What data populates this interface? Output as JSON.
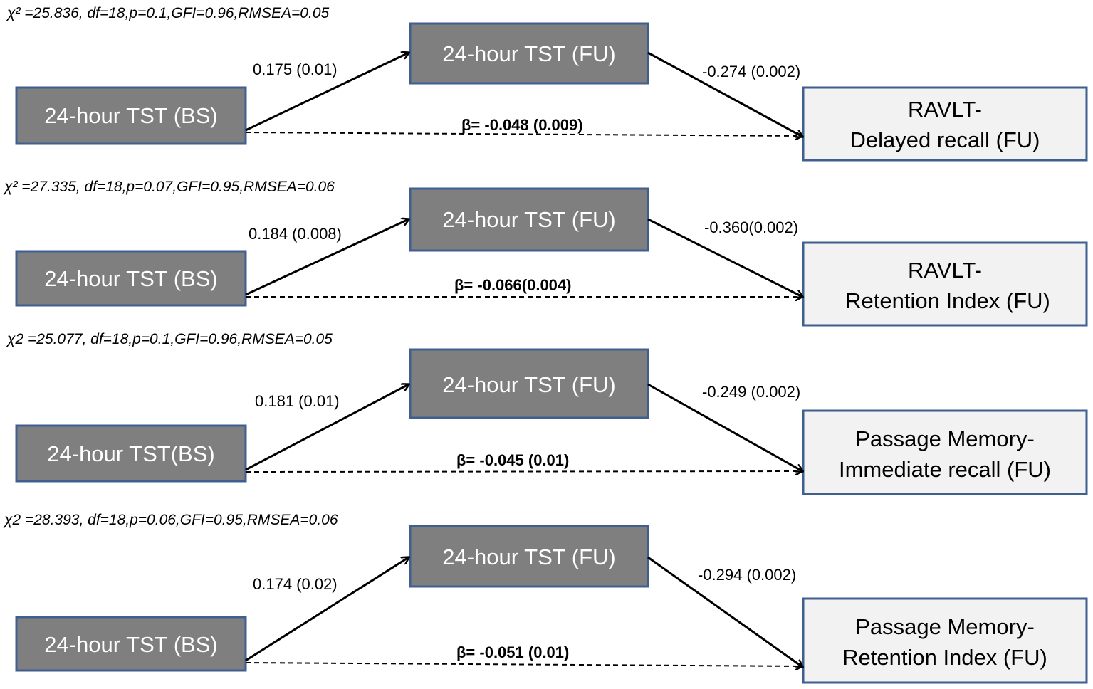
{
  "models": [
    {
      "fit": "χ² =25.836, df=18,p=0.1,GFI=0.96,RMSEA=0.05",
      "bs_label": "24-hour TST (BS)",
      "fu_label": "24-hour TST (FU)",
      "outcome_lines": [
        "RAVLT-",
        "Delayed recall (FU)"
      ],
      "path_a": "0.175 (0.01)",
      "path_b": "-0.274 (0.002)",
      "beta": "β= -0.048 (0.009)"
    },
    {
      "fit": "χ² =27.335, df=18,p=0.07,GFI=0.95,RMSEA=0.06",
      "bs_label": "24-hour TST (BS)",
      "fu_label": "24-hour TST (FU)",
      "outcome_lines": [
        "RAVLT-",
        "Retention Index (FU)"
      ],
      "path_a": "0.184 (0.008)",
      "path_b": "-0.360(0.002)",
      "beta": "β= -0.066(0.004)"
    },
    {
      "fit": "χ2 =25.077, df=18,p=0.1,GFI=0.96,RMSEA=0.05",
      "bs_label": "24-hour TST(BS)",
      "fu_label": "24-hour TST (FU)",
      "outcome_lines": [
        "Passage Memory-",
        "Immediate recall (FU)"
      ],
      "path_a": "0.181 (0.01)",
      "path_b": "-0.249 (0.002)",
      "beta": "β= -0.045 (0.01)"
    },
    {
      "fit": "χ2 =28.393, df=18,p=0.06,GFI=0.95,RMSEA=0.06",
      "bs_label": "24-hour TST (BS)",
      "fu_label": "24-hour TST (FU)",
      "outcome_lines": [
        "Passage Memory-",
        "Retention Index (FU)"
      ],
      "path_a": "0.174 (0.02)",
      "path_b": "-0.294 (0.002)",
      "beta": "β= -0.051 (0.01)"
    }
  ],
  "colors": {
    "node_fill": "#7f7f7f",
    "outcome_fill": "#f2f2f2",
    "border": "#3f5f8f"
  }
}
